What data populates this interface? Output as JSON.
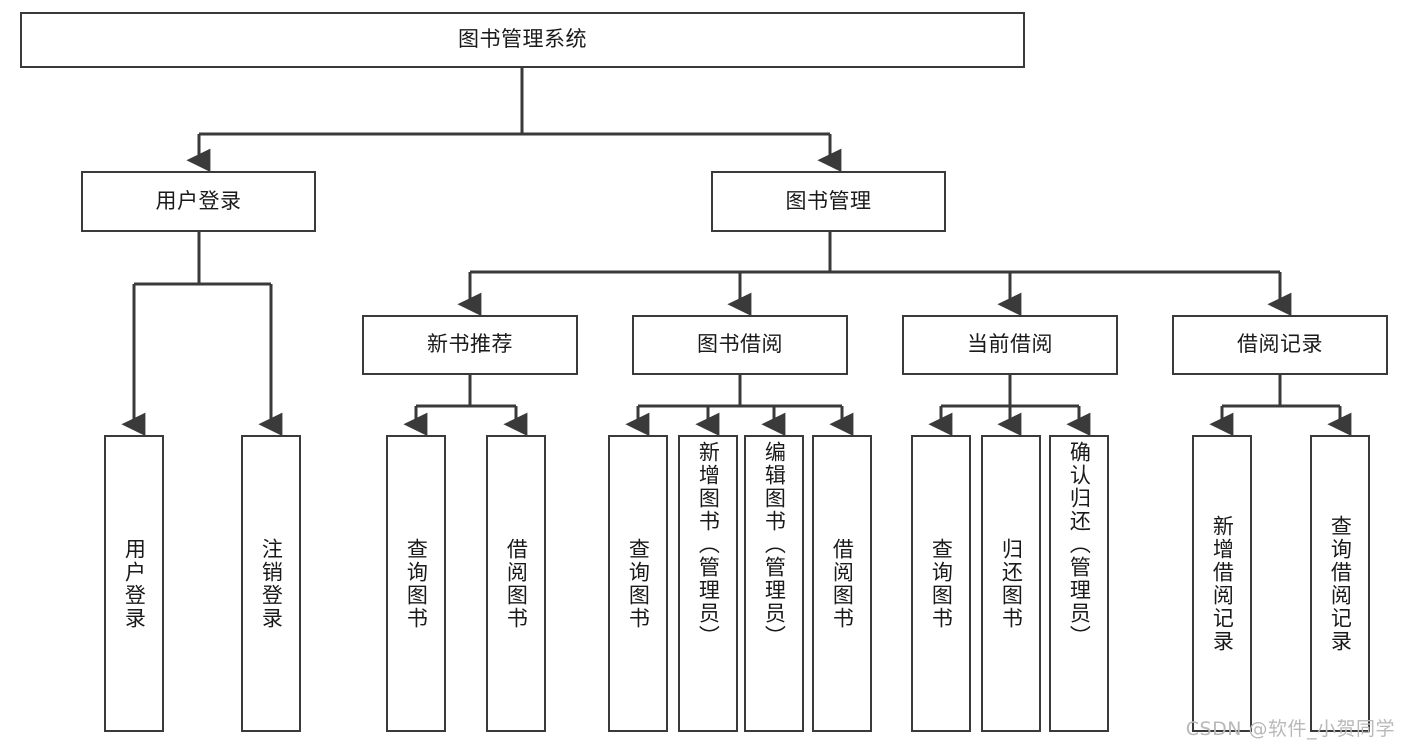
{
  "diagram": {
    "type": "tree-hierarchy-chart",
    "title_node": "图书管理系统",
    "watermark": "CSDN @软件_小贺同学",
    "colors": {
      "box_border": "#3a3a3a",
      "connector": "#3a3a3a",
      "background": "#ffffff",
      "text": "#1a1a1a",
      "watermark": "#b9b9b9"
    },
    "level1": {
      "label": "图书管理系统"
    },
    "level2": [
      {
        "label": "用户登录"
      },
      {
        "label": "图书管理"
      }
    ],
    "level3": [
      {
        "label": "新书推荐"
      },
      {
        "label": "图书借阅"
      },
      {
        "label": "当前借阅"
      },
      {
        "label": "借阅记录"
      }
    ],
    "leaves": {
      "user_login": [
        {
          "label": "用户登录"
        },
        {
          "label": "注销登录"
        }
      ],
      "new_book_recommend": [
        {
          "label": "查询图书"
        },
        {
          "label": "借阅图书"
        }
      ],
      "book_borrow": [
        {
          "label": "查询图书"
        },
        {
          "label": "新增图书（管理员）"
        },
        {
          "label": "编辑图书（管理员）"
        },
        {
          "label": "借阅图书"
        }
      ],
      "current_borrow": [
        {
          "label": "查询图书"
        },
        {
          "label": "归还图书"
        },
        {
          "label": "确认归还（管理员）"
        }
      ],
      "borrow_record": [
        {
          "label": "新增借阅记录"
        },
        {
          "label": "查询借阅记录"
        }
      ]
    }
  }
}
